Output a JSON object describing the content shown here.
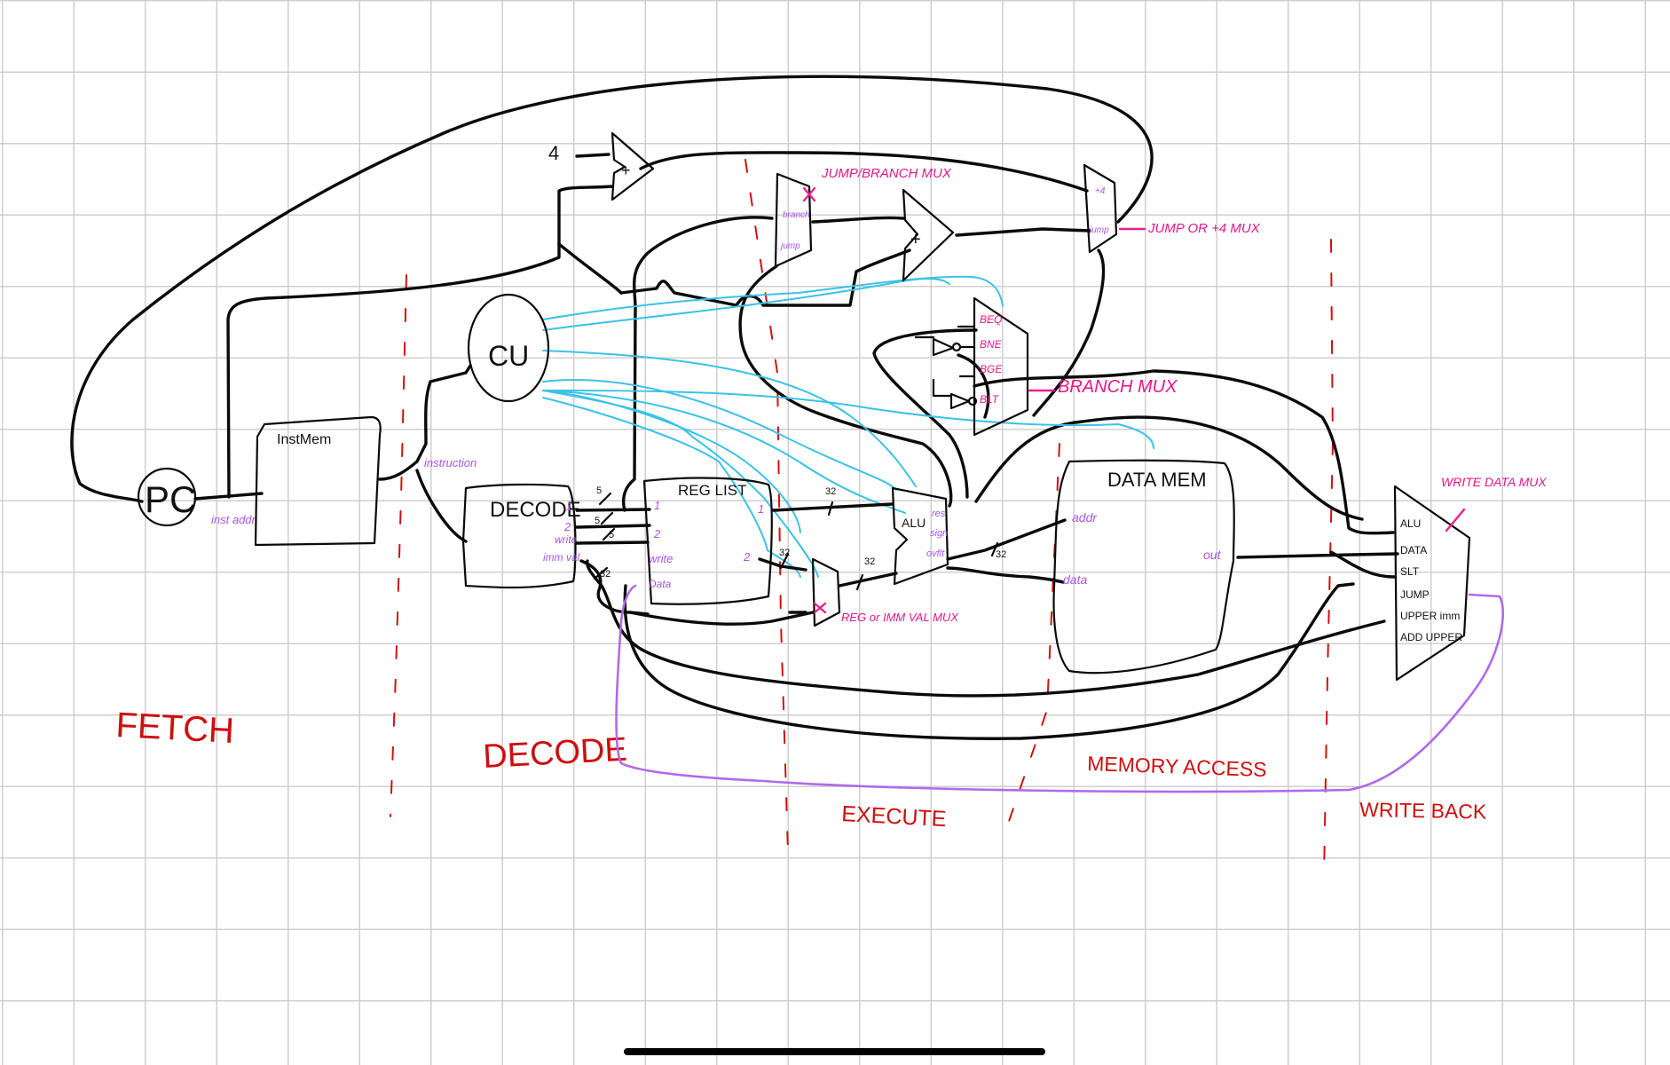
{
  "colors": {
    "ink": "#0a0a0a",
    "control_signal": "#3ac3e6",
    "mux_annotation": "#ea1e8c",
    "port_label": "#a855e6",
    "writeback_path": "#b06ae8",
    "stage_label": "#cc0f0f",
    "grid": "#cfcfcf"
  },
  "stages": {
    "fetch": "FETCH",
    "decode": "DECODE",
    "execute": "EXECUTE",
    "memory_access": "MEMORY ACCESS",
    "write_back": "WRITE BACK"
  },
  "blocks": {
    "pc": "PC",
    "inst_mem": "InstMem",
    "cu": "CU",
    "decode": "DECODE",
    "reg_list": "REG LIST",
    "alu": "ALU",
    "data_mem": "DATA MEM",
    "adder_symbol": "+",
    "constant_four": "4"
  },
  "ports": {
    "inst_addr": "inst addr",
    "instruction": "instruction",
    "decode_out_1": "1",
    "decode_out_2": "2",
    "decode_out_write": "write",
    "decode_out_imm": "imm val",
    "reg_in_1": "1",
    "reg_in_2": "2",
    "reg_in_write": "write",
    "reg_in_data": "Data",
    "reg_out_1": "1",
    "reg_out_2": "2",
    "alu_res": "res",
    "alu_sign": "sign",
    "alu_overflow": "ovflt",
    "mem_addr": "addr",
    "mem_data": "data",
    "mem_out": "out",
    "jb_branch": "branch",
    "jb_jump": "jump",
    "j4_plus4": "+4",
    "j4_jump": "jump",
    "br_beq": "BEQ",
    "br_bne": "BNE",
    "br_bge": "BGE",
    "br_blt": "BLT"
  },
  "bus_widths": {
    "decode_reg1": "5",
    "decode_reg2": "5",
    "decode_write": "5",
    "imm": "32",
    "reg_out1": "32",
    "reg_out2": "32",
    "mux_to_alu": "32",
    "alu_to_mem": "32"
  },
  "mux_labels": {
    "jump_branch": "JUMP/BRANCH MUX",
    "jump_or_plus4": "JUMP OR +4 MUX",
    "branch": "BRANCH MUX",
    "reg_or_immval": "REG or IMM VAL MUX",
    "write_data": "WRITE DATA MUX"
  },
  "write_data_mux_inputs": [
    "ALU",
    "DATA",
    "SLT",
    "JUMP",
    "UPPER imm",
    "ADD UPPER"
  ]
}
